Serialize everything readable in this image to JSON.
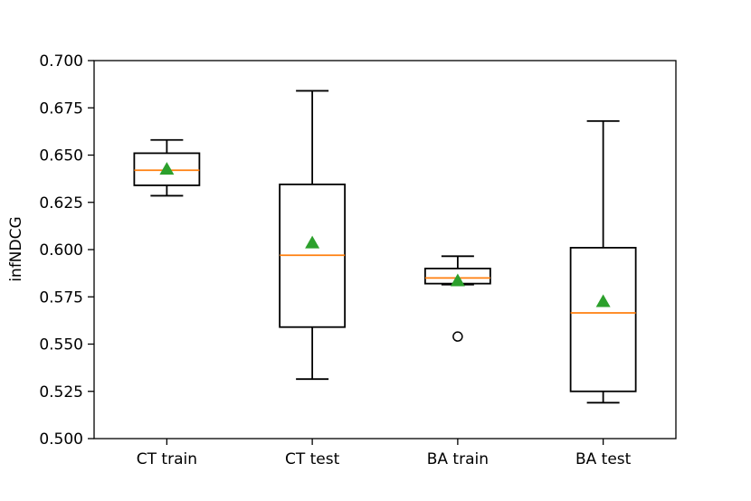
{
  "chart_data": {
    "type": "box",
    "title": "",
    "xlabel": "",
    "ylabel": "infNDCG",
    "ylim": [
      0.5,
      0.7
    ],
    "yticks": [
      "0.500",
      "0.525",
      "0.550",
      "0.575",
      "0.600",
      "0.625",
      "0.650",
      "0.675",
      "0.700"
    ],
    "ytick_values": [
      0.5,
      0.525,
      0.55,
      0.575,
      0.6,
      0.625,
      0.65,
      0.675,
      0.7
    ],
    "categories": [
      "CT train",
      "CT test",
      "BA train",
      "BA test"
    ],
    "boxes": [
      {
        "label": "CT train",
        "whisker_low": 0.6285,
        "q1": 0.634,
        "median": 0.642,
        "q3": 0.651,
        "whisker_high": 0.658,
        "mean": 0.6425,
        "outliers": []
      },
      {
        "label": "CT test",
        "whisker_low": 0.5315,
        "q1": 0.559,
        "median": 0.597,
        "q3": 0.6345,
        "whisker_high": 0.684,
        "mean": 0.6035,
        "outliers": []
      },
      {
        "label": "BA train",
        "whisker_low": 0.5815,
        "q1": 0.582,
        "median": 0.585,
        "q3": 0.59,
        "whisker_high": 0.5965,
        "mean": 0.5835,
        "outliers": [
          0.554
        ]
      },
      {
        "label": "BA test",
        "whisker_low": 0.519,
        "q1": 0.525,
        "median": 0.5665,
        "q3": 0.601,
        "whisker_high": 0.668,
        "mean": 0.5725,
        "outliers": []
      }
    ],
    "colors": {
      "median": "#ff7f0e",
      "mean": "#2ca02c",
      "box": "#000000"
    },
    "grid": false
  }
}
